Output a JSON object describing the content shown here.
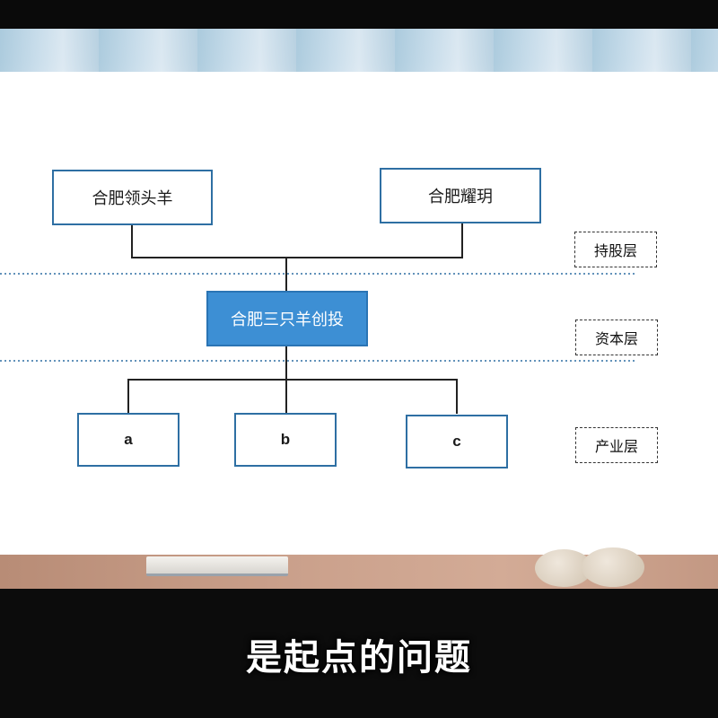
{
  "holding_layer": {
    "left_node": "合肥领头羊",
    "right_node": "合肥耀玥",
    "tag": "持股层"
  },
  "capital_layer": {
    "node": "合肥三只羊创投",
    "tag": "资本层"
  },
  "industry_layer": {
    "nodes": [
      "a",
      "b",
      "c"
    ],
    "tag": "产业层"
  },
  "subtitle": "是起点的问题",
  "colors": {
    "box_border": "#2e6fa3",
    "capital_fill": "#3d8fd4",
    "dotted_divider": "#2e6fa3"
  }
}
